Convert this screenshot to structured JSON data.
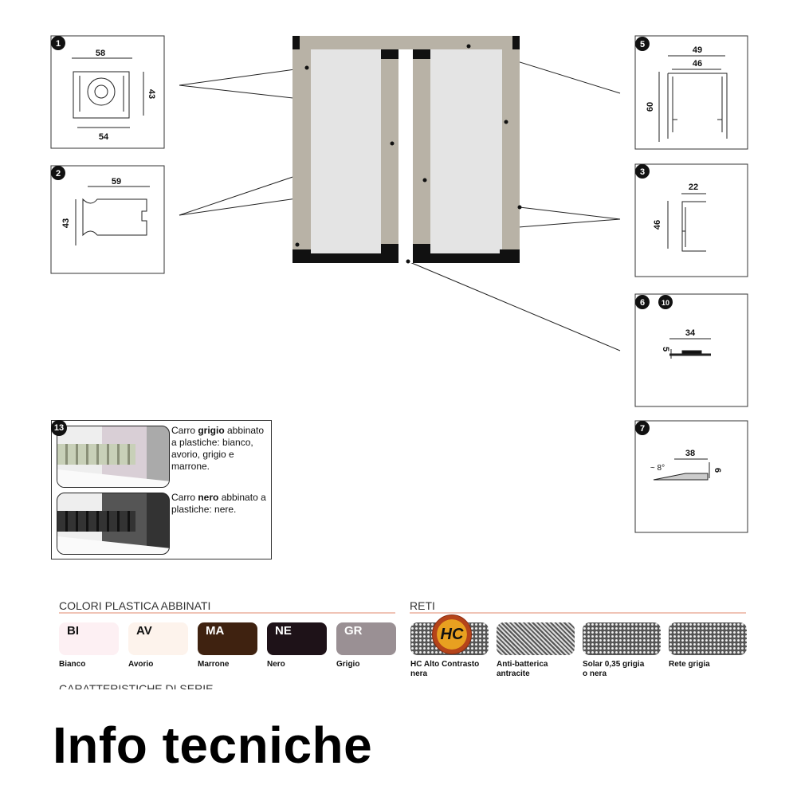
{
  "profiles": {
    "p1": {
      "number": "1",
      "dims": [
        "58",
        "43",
        "54"
      ]
    },
    "p2": {
      "number": "2",
      "dims": [
        "59",
        "43"
      ]
    },
    "p5": {
      "number": "5",
      "dims": [
        "49",
        "46",
        "60"
      ]
    },
    "p3": {
      "number": "3",
      "dims": [
        "22",
        "46"
      ]
    },
    "p6": {
      "numbers": [
        "6",
        "10"
      ],
      "dims": [
        "34",
        "5"
      ]
    },
    "p7": {
      "number": "7",
      "dims": [
        "38",
        "6",
        "~ 8°"
      ]
    }
  },
  "carro": {
    "number": "13",
    "grey_pre": "Carro ",
    "grey_bold": "grigio",
    "grey_post": " abbinato a plastiche: bianco, avorio, grigio e marrone.",
    "black_pre": "Carro ",
    "black_bold": "nero",
    "black_post": " abbinato a plastiche: nere."
  },
  "colors_section": {
    "title": "COLORI PLASTICA ABBINATI",
    "items": [
      {
        "code": "BI",
        "name": "Bianco",
        "color": "#fdf0f3",
        "text_color": "#111111"
      },
      {
        "code": "AV",
        "name": "Avorio",
        "color": "#fdf3ec",
        "text_color": "#111111"
      },
      {
        "code": "MA",
        "name": "Marrone",
        "color": "#3f2210",
        "text_color": "#ffffff"
      },
      {
        "code": "NE",
        "name": "Nero",
        "color": "#1e1218",
        "text_color": "#ffffff"
      },
      {
        "code": "GR",
        "name": "Grigio",
        "color": "#9a9094",
        "text_color": "#ffffff"
      }
    ]
  },
  "nets_section": {
    "title": "RETI",
    "badge": "HC",
    "items": [
      {
        "name": "HC Alto Contrasto nera"
      },
      {
        "name": "Anti-batterica antracite"
      },
      {
        "name": "Solar 0,35 grigia o nera"
      },
      {
        "name": "Rete grigia"
      }
    ]
  },
  "cut_heading": "CARATTERISTICHE DI SERIE",
  "page_title": "Info tecniche",
  "colors": {
    "frame": "#b8b2a6",
    "panel": "#e4e4e4",
    "accent_line": "#f0c4b6"
  }
}
